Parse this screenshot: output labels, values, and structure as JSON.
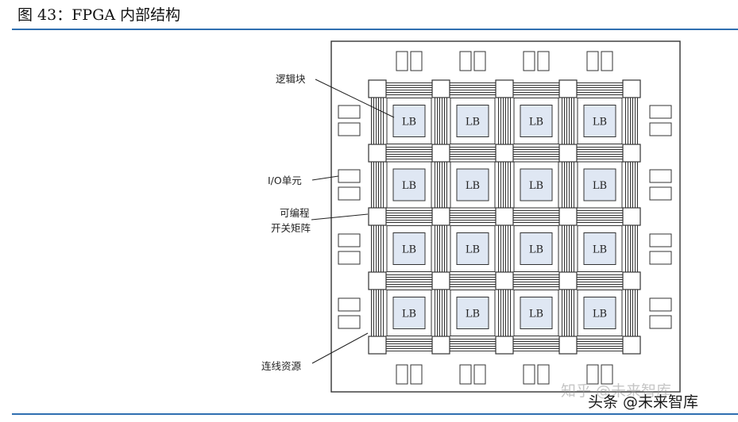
{
  "caption": "图 43：FPGA 内部结构",
  "block_label": "LB",
  "callouts": {
    "logic_block": "逻辑块",
    "io_unit": "I/O单元",
    "switch_matrix_line1": "可编程",
    "switch_matrix_line2": "开关矩阵",
    "interconnect": "连线资源"
  },
  "watermarks": {
    "zhihu": "知乎 @未来智库",
    "toutiao": "头条 @未来智库"
  },
  "colors": {
    "caption_rule": "#2f6fb0",
    "lb_fill": "#dfe7f3",
    "line": "#333333"
  },
  "grid": {
    "rows": 4,
    "cols": 4
  }
}
